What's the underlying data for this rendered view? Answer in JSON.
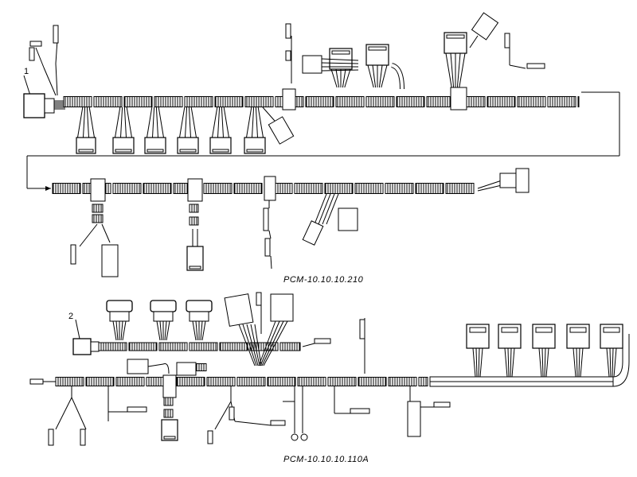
{
  "diagram": {
    "harness_a": {
      "callout": "1",
      "designation": "РСМ-10.10.10.210"
    },
    "harness_b": {
      "callout": "2",
      "designation": "РСМ-10.10.10.110А"
    }
  }
}
